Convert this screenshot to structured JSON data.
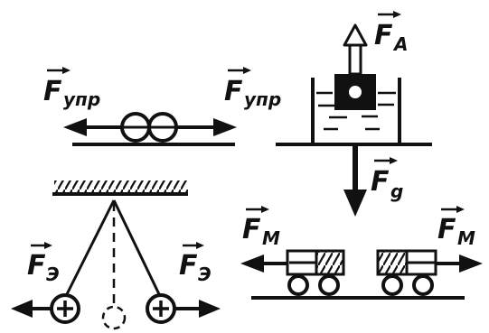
{
  "labels": {
    "f_upr_left": {
      "base": "F",
      "sub": "упр"
    },
    "f_upr_right": {
      "base": "F",
      "sub": "упр"
    },
    "f_a": {
      "base": "F",
      "sub": "A"
    },
    "f_g": {
      "base": "F",
      "sub": "g"
    },
    "f_m_left": {
      "base": "F",
      "sub": "M"
    },
    "f_m_right": {
      "base": "F",
      "sub": "M"
    },
    "f_e_left": {
      "base": "F",
      "sub": "Э"
    },
    "f_e_right": {
      "base": "F",
      "sub": "Э"
    }
  },
  "colors": {
    "ink": "#111111",
    "background": "#ffffff"
  }
}
